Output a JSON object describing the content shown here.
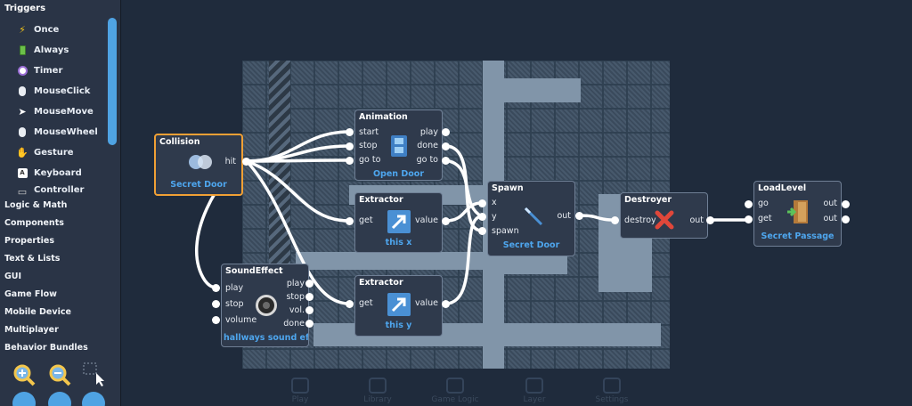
{
  "sidebar": {
    "triggers_header": "Triggers",
    "triggers": [
      {
        "label": "Once",
        "icon": "lightning-icon"
      },
      {
        "label": "Always",
        "icon": "battery-icon"
      },
      {
        "label": "Timer",
        "icon": "alarm-clock-icon"
      },
      {
        "label": "MouseClick",
        "icon": "mouse-icon"
      },
      {
        "label": "MouseMove",
        "icon": "cursor-icon"
      },
      {
        "label": "MouseWheel",
        "icon": "mouse-wheel-icon"
      },
      {
        "label": "Gesture",
        "icon": "hand-icon"
      },
      {
        "label": "Keyboard",
        "icon": "keyboard-key-icon"
      },
      {
        "label": "Controller",
        "icon": "gamepad-icon"
      }
    ],
    "categories": [
      "Logic & Math",
      "Components",
      "Properties",
      "Text & Lists",
      "GUI",
      "Game Flow",
      "Mobile Device",
      "Multiplayer",
      "Behavior Bundles"
    ]
  },
  "bottom_nav": [
    "Play",
    "Library",
    "Game Logic",
    "Layer",
    "Settings"
  ],
  "nodes": {
    "collision": {
      "title": "Collision",
      "subtitle": "Secret Door",
      "outputs": [
        "hit"
      ]
    },
    "animation": {
      "title": "Animation",
      "subtitle": "Open Door",
      "inputs": [
        "start",
        "stop",
        "go to"
      ],
      "outputs": [
        "play",
        "done",
        "go to"
      ]
    },
    "extractor1": {
      "title": "Extractor",
      "subtitle": "this x",
      "inputs": [
        "get"
      ],
      "outputs": [
        "value"
      ]
    },
    "extractor2": {
      "title": "Extractor",
      "subtitle": "this y",
      "inputs": [
        "get"
      ],
      "outputs": [
        "value"
      ]
    },
    "sound": {
      "title": "SoundEffect",
      "subtitle": "hallways sound effe",
      "inputs": [
        "play",
        "stop",
        "volume"
      ],
      "outputs": [
        "play",
        "stop",
        "vol.",
        "done"
      ]
    },
    "spawn": {
      "title": "Spawn",
      "subtitle": "Secret Door",
      "inputs": [
        "x",
        "y",
        "spawn"
      ],
      "outputs": [
        "out"
      ]
    },
    "destroyer": {
      "title": "Destroyer",
      "inputs": [
        "destroy"
      ],
      "outputs": [
        "out"
      ]
    },
    "loadlevel": {
      "title": "LoadLevel",
      "subtitle": "Secret Passage",
      "inputs": [
        "go",
        "get"
      ],
      "outputs": [
        "out",
        "out"
      ]
    }
  },
  "colors": {
    "accent": "#4ea6ee",
    "selected": "#f0a035",
    "node_bg": "#2f3a4c",
    "canvas": "#1f2b3c"
  }
}
